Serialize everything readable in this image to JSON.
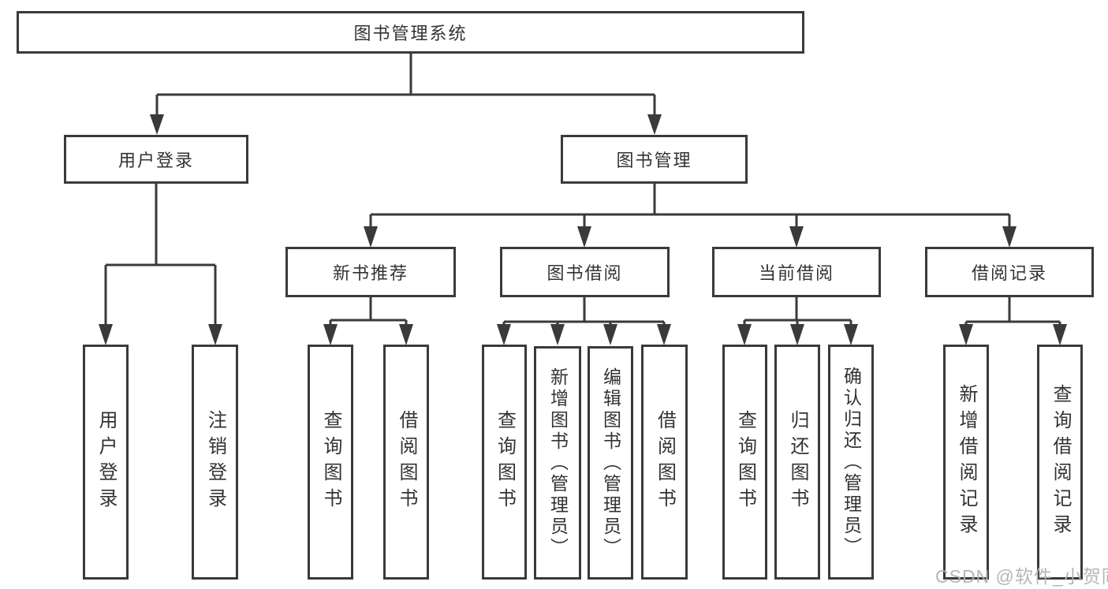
{
  "colors": {
    "line": "#3a3a3a",
    "text": "#333333",
    "background": "#ffffff",
    "watermark": "#b2b2b2"
  },
  "watermark": "CSDN @软件_小贺同学",
  "tree": {
    "root": "图书管理系统",
    "level2": [
      {
        "id": "user-login",
        "label": "用户登录"
      },
      {
        "id": "book-management",
        "label": "图书管理"
      }
    ],
    "level3": [
      {
        "id": "new-book-recommend",
        "label": "新书推荐",
        "parent": "book-management"
      },
      {
        "id": "book-borrowing",
        "label": "图书借阅",
        "parent": "book-management"
      },
      {
        "id": "current-borrowing",
        "label": "当前借阅",
        "parent": "book-management"
      },
      {
        "id": "borrowing-records",
        "label": "借阅记录",
        "parent": "book-management"
      }
    ],
    "leaves": [
      {
        "id": "user-login-action",
        "label": "用户登录",
        "parent": "user-login"
      },
      {
        "id": "logout-action",
        "label": "注销登录",
        "parent": "user-login"
      },
      {
        "id": "query-books-recommend",
        "label": "查询图书",
        "parent": "new-book-recommend"
      },
      {
        "id": "borrow-books-recommend",
        "label": "借阅图书",
        "parent": "new-book-recommend"
      },
      {
        "id": "query-books-borrowing",
        "label": "查询图书",
        "parent": "book-borrowing"
      },
      {
        "id": "add-books-admin",
        "label": "新增图书（管理员）",
        "parent": "book-borrowing"
      },
      {
        "id": "edit-books-admin",
        "label": "编辑图书（管理员）",
        "parent": "book-borrowing"
      },
      {
        "id": "borrow-books-borrowing",
        "label": "借阅图书",
        "parent": "book-borrowing"
      },
      {
        "id": "query-books-current",
        "label": "查询图书",
        "parent": "current-borrowing"
      },
      {
        "id": "return-books",
        "label": "归还图书",
        "parent": "current-borrowing"
      },
      {
        "id": "confirm-return-admin",
        "label": "确认归还（管理员）",
        "parent": "current-borrowing"
      },
      {
        "id": "add-borrow-record",
        "label": "新增借阅记录",
        "parent": "borrowing-records"
      },
      {
        "id": "query-borrow-record",
        "label": "查询借阅记录",
        "parent": "borrowing-records"
      }
    ]
  }
}
